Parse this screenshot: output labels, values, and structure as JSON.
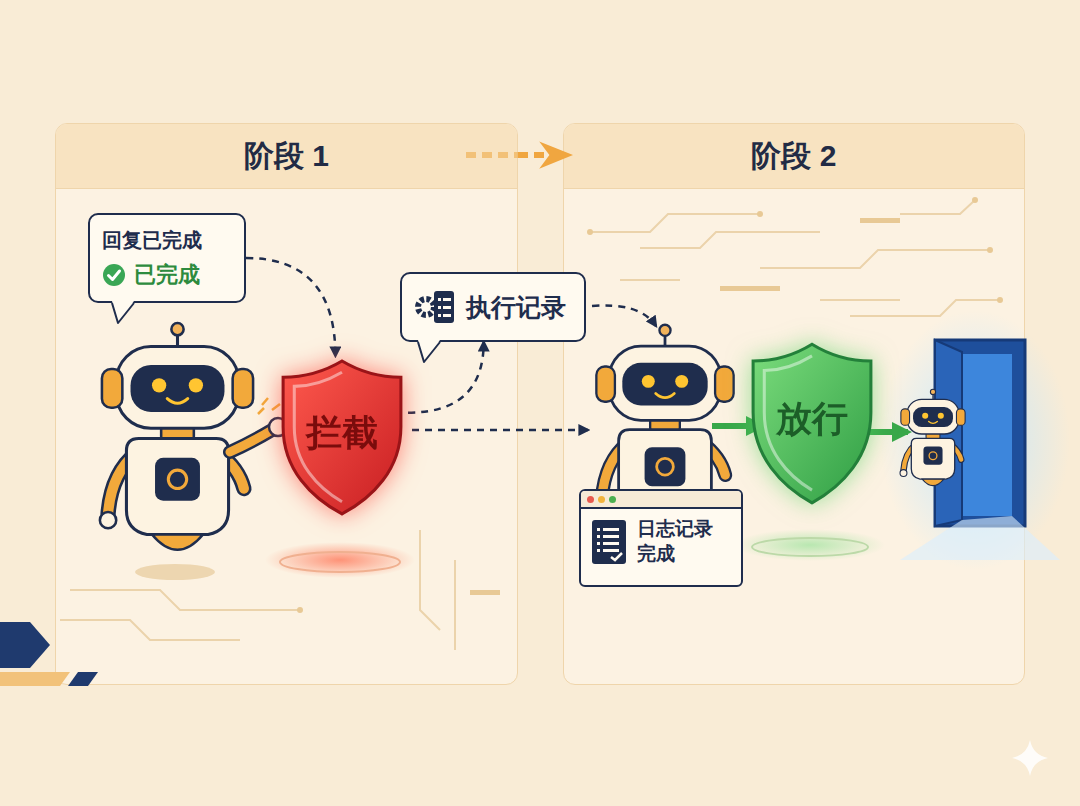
{
  "diagram": {
    "nodes": [
      {
        "text": [
          "阶段 1"
        ]
      },
      {
        "text": [
          "阶段 2"
        ]
      },
      {
        "text": [
          "回复已完成",
          "已完成"
        ],
        "in": 0
      },
      {
        "text": [
          "拦截"
        ],
        "in": 0
      },
      {
        "text": [
          "执行记录"
        ]
      },
      {
        "text": [
          "放行"
        ],
        "in": 1
      },
      {
        "text": [
          "日志记录 完成"
        ],
        "in": 1
      }
    ],
    "edges": [
      {
        "from": 0,
        "to": 1,
        "arrow": "to"
      },
      {
        "from": 2,
        "to": 3,
        "arrow": "to"
      },
      {
        "from": 3,
        "to": 4,
        "arrow": "to"
      }
    ]
  }
}
